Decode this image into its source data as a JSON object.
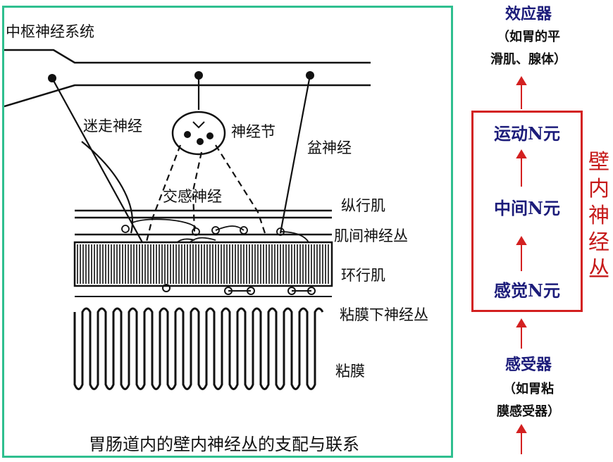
{
  "diagram": {
    "labels": {
      "cns": "中枢神经系统",
      "vagus": "迷走神经",
      "ganglion": "神经节",
      "pelvic": "盆神经",
      "sympathetic": "交感神经",
      "longitudinal": "纵行肌",
      "myenteric": "肌间神经丛",
      "circular": "环行肌",
      "submucosal": "粘膜下神经丛",
      "mucosa": "粘膜"
    },
    "caption": "胃肠道内的壁内神经丛的支配与联系"
  },
  "flow": {
    "effector_title": "效应器",
    "effector_sub1": "（如胃的平",
    "effector_sub2": "滑肌、腺体）",
    "motor": "运动N元",
    "inter": "中间N元",
    "sensory": "感觉N元",
    "receptor_title": "感受器",
    "receptor_sub1": "（如胃粘",
    "receptor_sub2": "膜感受器）",
    "plexus_vertical": [
      "壁",
      "内",
      "神",
      "经",
      "丛"
    ]
  },
  "colors": {
    "frame": "#2fbf8f",
    "box": "#d32020",
    "arrow": "#d32020",
    "navy": "#1c1c7a"
  }
}
